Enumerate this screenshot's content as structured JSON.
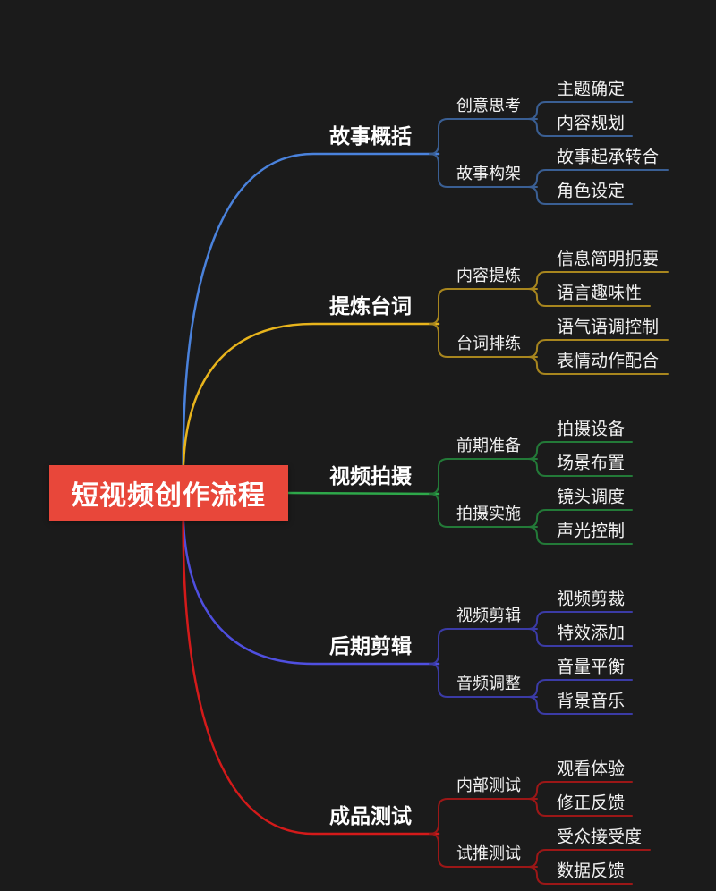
{
  "root": {
    "title": "短视频创作流程",
    "color": "#e8473a"
  },
  "branches": [
    {
      "label": "故事概括",
      "color": "#4a82dc",
      "subColor": "#3a5f94",
      "subs": [
        {
          "label": "创意思考",
          "leaves": [
            "主题确定",
            "内容规划"
          ]
        },
        {
          "label": "故事构架",
          "leaves": [
            "故事起承转合",
            "角色设定"
          ]
        }
      ]
    },
    {
      "label": "提炼台词",
      "color": "#e8b41c",
      "subColor": "#a8861e",
      "subs": [
        {
          "label": "内容提炼",
          "leaves": [
            "信息简明扼要",
            "语言趣味性"
          ]
        },
        {
          "label": "台词排练",
          "leaves": [
            "语气语调控制",
            "表情动作配合"
          ]
        }
      ]
    },
    {
      "label": "视频拍摄",
      "color": "#2ea84a",
      "subColor": "#237a38",
      "subs": [
        {
          "label": "前期准备",
          "leaves": [
            "拍摄设备",
            "场景布置"
          ]
        },
        {
          "label": "拍摄实施",
          "leaves": [
            "镜头调度",
            "声光控制"
          ]
        }
      ]
    },
    {
      "label": "后期剪辑",
      "color": "#4f4fe0",
      "subColor": "#3b3ba6",
      "subs": [
        {
          "label": "视频剪辑",
          "leaves": [
            "视频剪裁",
            "特效添加"
          ]
        },
        {
          "label": "音频调整",
          "leaves": [
            "音量平衡",
            "背景音乐"
          ]
        }
      ]
    },
    {
      "label": "成品测试",
      "color": "#d41a1a",
      "subColor": "#9c1717",
      "subs": [
        {
          "label": "内部测试",
          "leaves": [
            "观看体验",
            "修正反馈"
          ]
        },
        {
          "label": "试推测试",
          "leaves": [
            "受众接受度",
            "数据反馈"
          ]
        }
      ]
    }
  ]
}
